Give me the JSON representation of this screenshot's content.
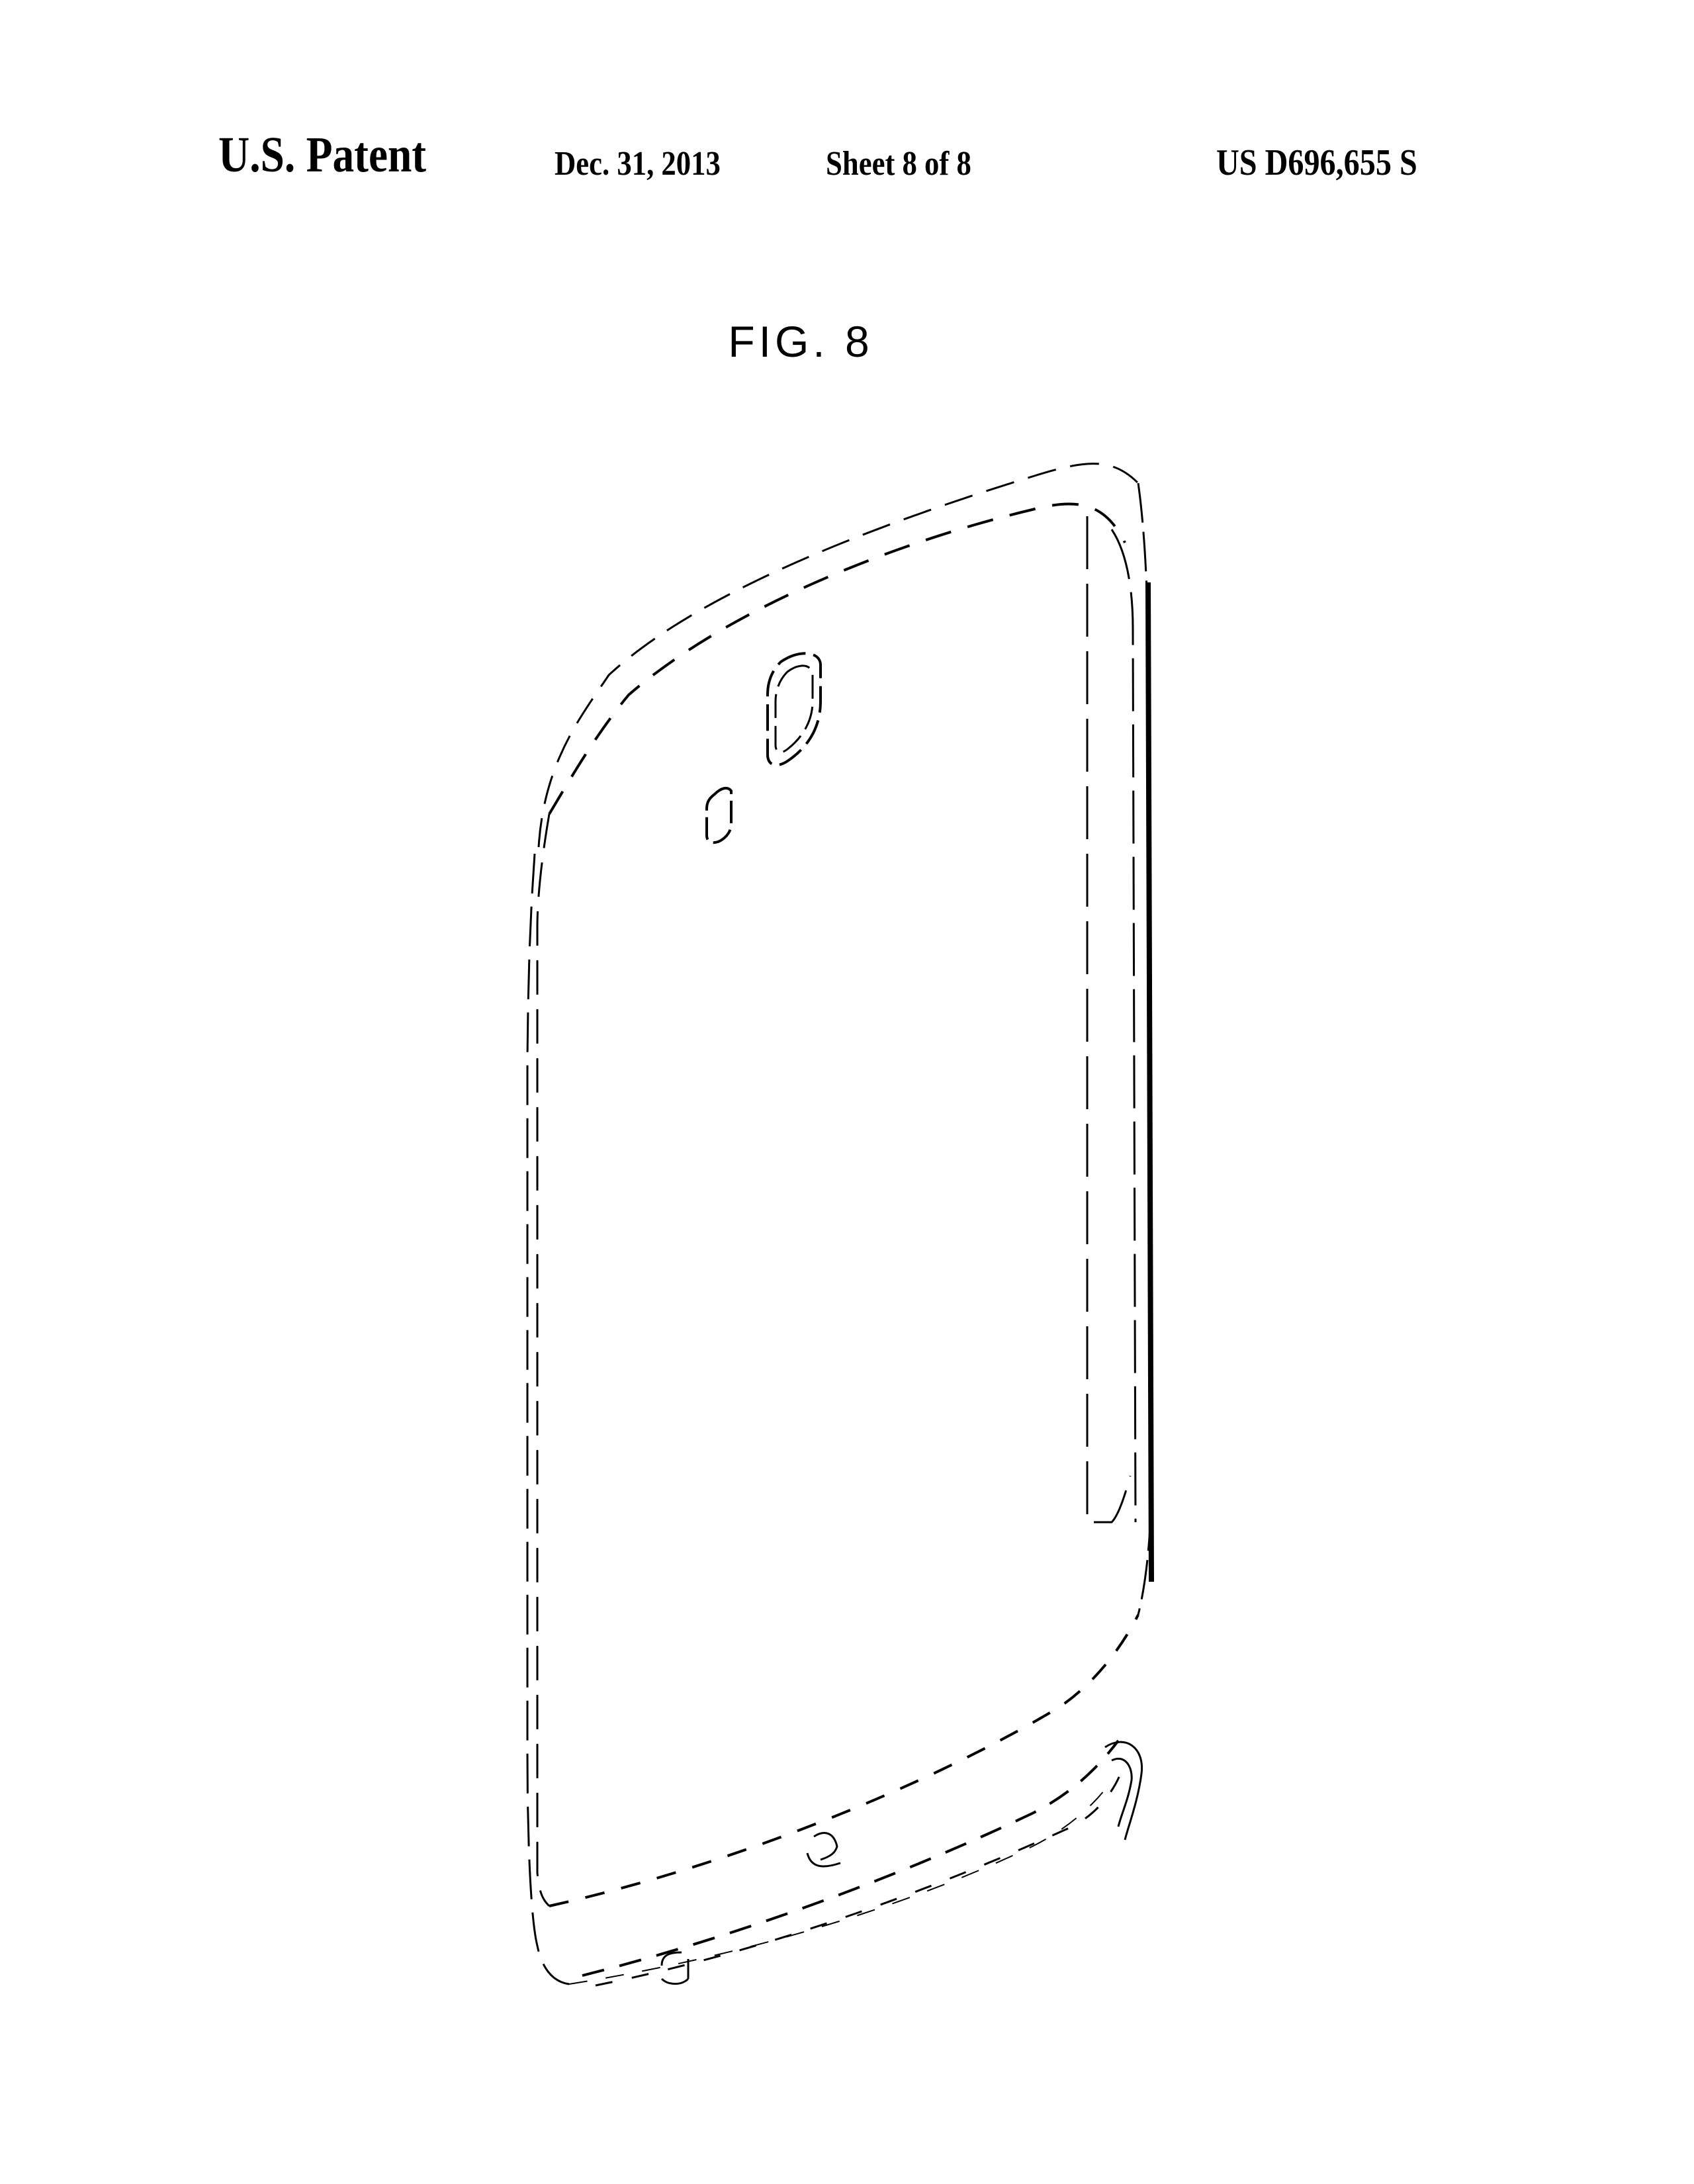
{
  "header": {
    "patent_label": "U.S. Patent",
    "date": "Dec. 31, 2013",
    "sheet": "Sheet 8 of 8",
    "patent_number": "US D696,655 S"
  },
  "figure": {
    "label": "FIG. 8",
    "subject": "phone-rear-perspective-view",
    "line_color": "#000000",
    "background": "#ffffff"
  }
}
